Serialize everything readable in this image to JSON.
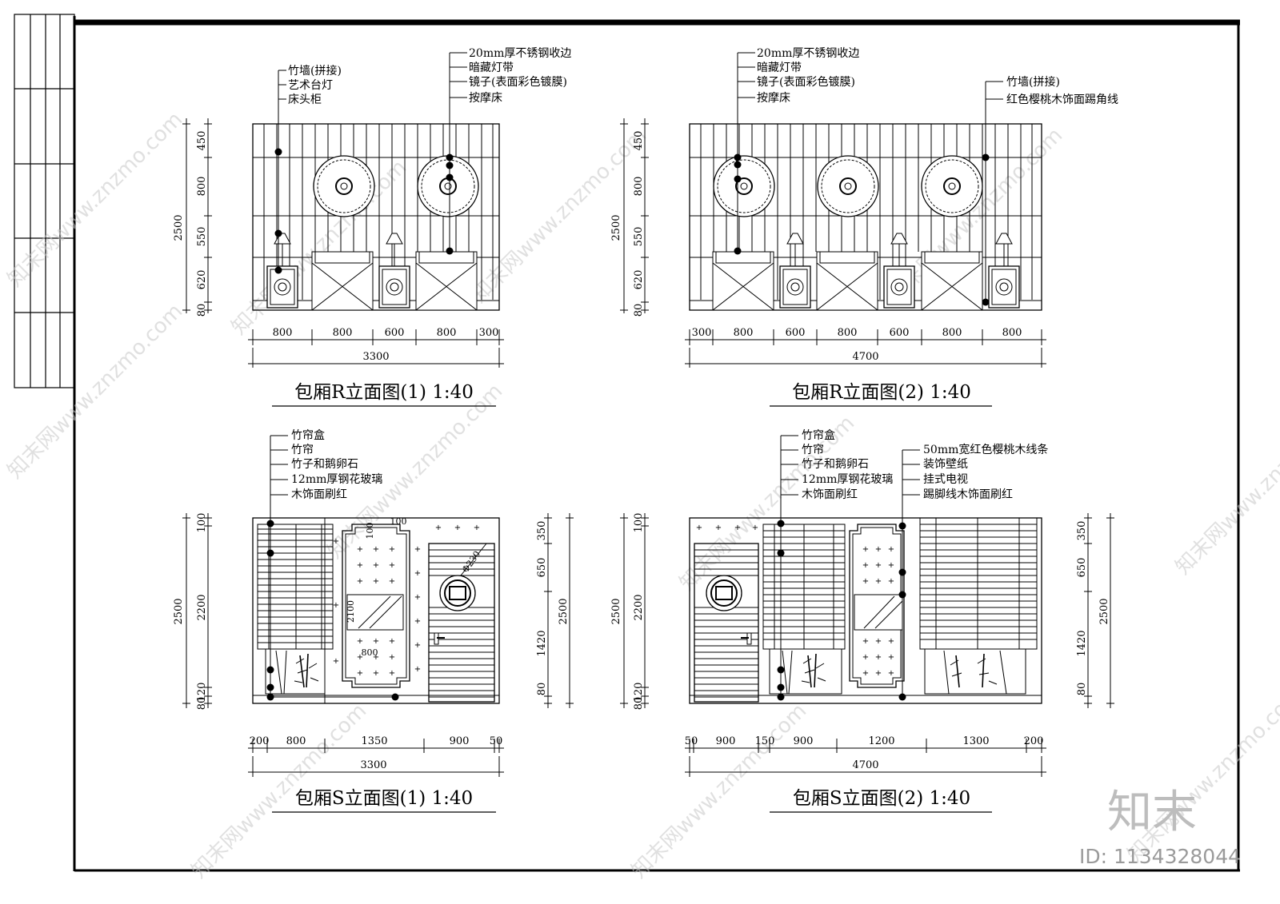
{
  "drawings": [
    {
      "id": "r1",
      "title": "包厢R立面图(1) 1:40",
      "annotations_left": [
        "竹墙(拼接)",
        "艺术台灯",
        "床头柜"
      ],
      "annotations_right": [
        "20mm厚不锈钢收边",
        "暗藏灯带",
        "镜子(表面彩色镀膜)",
        "按摩床"
      ],
      "vertical_dims": [
        "450",
        "800",
        "550",
        "620",
        "80"
      ],
      "overall_height": "2500",
      "horizontal_dims": [
        "800",
        "800",
        "600",
        "800",
        "300"
      ],
      "overall_width": "3300"
    },
    {
      "id": "r2",
      "title": "包厢R立面图(2) 1:40",
      "annotations_left": [
        "20mm厚不锈钢收边",
        "暗藏灯带",
        "镜子(表面彩色镀膜)",
        "按摩床"
      ],
      "annotations_right": [
        "竹墙(拼接)",
        "红色樱桃木饰面踢角线"
      ],
      "vertical_dims": [
        "450",
        "800",
        "550",
        "620",
        "80"
      ],
      "overall_height": "2500",
      "horizontal_dims": [
        "300",
        "800",
        "600",
        "800",
        "600",
        "800",
        "800"
      ],
      "overall_width": "4700"
    },
    {
      "id": "s1",
      "title": "包厢S立面图(1) 1:40",
      "annotations_left": [
        "竹帘盒",
        "竹帘",
        "竹子和鹅卵石",
        "12mm厚钢花玻璃",
        "木饰面刷红"
      ],
      "vertical_dims_left": [
        "100",
        "2200",
        "120",
        "80"
      ],
      "overall_height_left": "2500",
      "vertical_dims_right": [
        "350",
        "650",
        "1420",
        "80"
      ],
      "overall_height_right": "2500",
      "inner_dims": [
        "100",
        "100",
        "2100",
        "800",
        "Φ230"
      ],
      "horizontal_dims": [
        "200",
        "800",
        "1350",
        "900",
        "50"
      ],
      "overall_width": "3300"
    },
    {
      "id": "s2",
      "title": "包厢S立面图(2) 1:40",
      "annotations_left": [
        "竹帘盒",
        "竹帘",
        "竹子和鹅卵石",
        "12mm厚钢花玻璃",
        "木饰面刷红"
      ],
      "annotations_right": [
        "50mm宽红色樱桃木线条",
        "装饰壁纸",
        "挂式电视",
        "踢脚线木饰面刷红"
      ],
      "vertical_dims_left": [
        "100",
        "2200",
        "120",
        "80"
      ],
      "overall_height_left": "2500",
      "vertical_dims_right": [
        "350",
        "650",
        "1420",
        "80"
      ],
      "overall_height_right": "2500",
      "horizontal_dims": [
        "50",
        "900",
        "150",
        "900",
        "1200",
        "1300",
        "200"
      ],
      "overall_width": "4700"
    }
  ],
  "watermark": {
    "text": "知末网www.znzmo.com",
    "brand": "知末",
    "id_text": "ID: 1134328044"
  },
  "colors": {
    "line": "#000000",
    "watermark": "#c8c8c8",
    "background": "#ffffff"
  }
}
